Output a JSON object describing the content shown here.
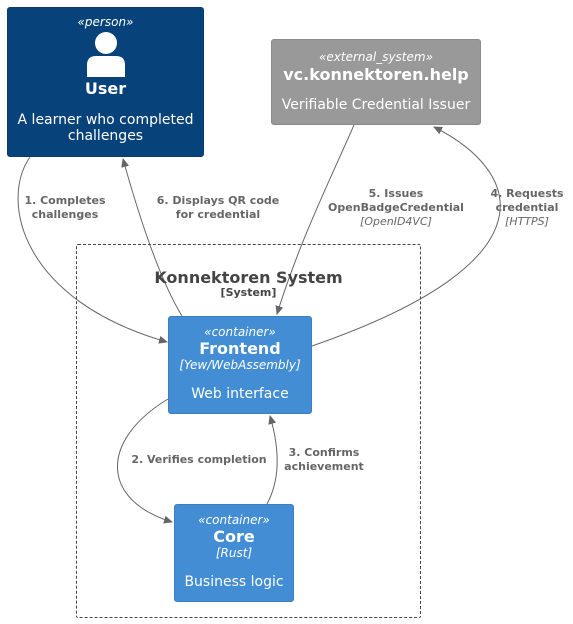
{
  "user": {
    "stereotype": "«person»",
    "name": "User",
    "description_line1": "A learner who completed",
    "description_line2": "challenges"
  },
  "issuer": {
    "stereotype": "«external_system»",
    "name": "vc.konnektoren.help",
    "description": "Verifiable Credential Issuer"
  },
  "boundary": {
    "name": "Konnektoren System",
    "type": "[System]"
  },
  "frontend": {
    "stereotype": "«container»",
    "name": "Frontend",
    "technology": "[Yew/WebAssembly]",
    "description": "Web interface"
  },
  "core": {
    "stereotype": "«container»",
    "name": "Core",
    "technology": "[Rust]",
    "description": "Business logic"
  },
  "edges": {
    "e1": {
      "line1": "1. Completes",
      "line2": "challenges"
    },
    "e2": {
      "line1": "2. Verifies completion"
    },
    "e3": {
      "line1": "3. Confirms",
      "line2": "achievement"
    },
    "e4": {
      "line1": "4. Requests",
      "line2": "credential",
      "tech": "[HTTPS]"
    },
    "e5": {
      "line1": "5. Issues",
      "line2": "OpenBadgeCredential",
      "tech": "[OpenID4VC]"
    },
    "e6": {
      "line1": "6. Displays QR code",
      "line2": "for credential"
    }
  },
  "colors": {
    "person": "#08427b",
    "container": "#438dd5",
    "external_system": "#999999",
    "edge": "#666666"
  }
}
